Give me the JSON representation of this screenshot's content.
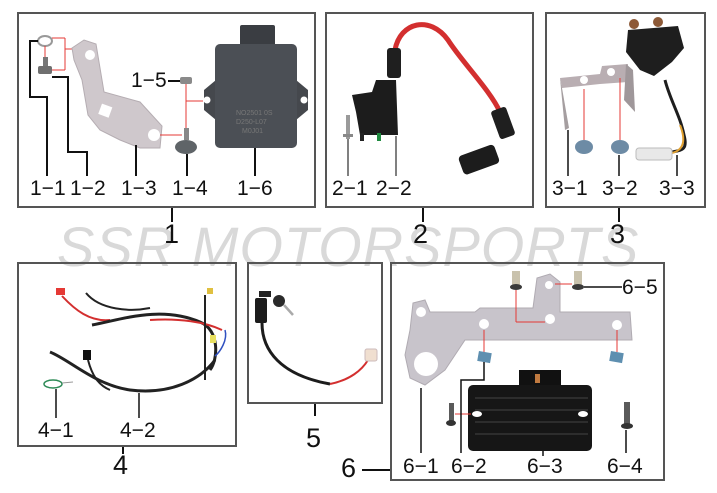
{
  "watermark": "SSR MOTORSPORTS",
  "colors": {
    "border": "#555555",
    "leader": "#111111",
    "guide_red": "#e53935",
    "watermark": "#d9d9d9",
    "wire_red": "#d32f2f",
    "part_black": "#222222",
    "bracket_silver": "#c9c6cc"
  },
  "groups": [
    {
      "id": "1",
      "label": "1",
      "parts": [
        {
          "id": "1-1",
          "label": "1−1",
          "icon": "washer-icon"
        },
        {
          "id": "1-2",
          "label": "1−2",
          "icon": "bolt-icon"
        },
        {
          "id": "1-3",
          "label": "1−3",
          "icon": "bracket-icon"
        },
        {
          "id": "1-4",
          "label": "1−4",
          "icon": "flange-bolt-icon"
        },
        {
          "id": "1-5",
          "label": "1−5",
          "icon": "nut-icon"
        },
        {
          "id": "1-6",
          "label": "1−6",
          "icon": "cdi-unit-icon"
        }
      ]
    },
    {
      "id": "2",
      "label": "2",
      "parts": [
        {
          "id": "2-1",
          "label": "2−1",
          "icon": "screw-icon"
        },
        {
          "id": "2-2",
          "label": "2−2",
          "icon": "ignition-coil-icon"
        }
      ]
    },
    {
      "id": "3",
      "label": "3",
      "parts": [
        {
          "id": "3-1",
          "label": "3−1",
          "icon": "bracket-icon"
        },
        {
          "id": "3-2",
          "label": "3−2",
          "icon": "bolt-icon"
        },
        {
          "id": "3-3",
          "label": "3−3",
          "icon": "starter-relay-icon"
        }
      ]
    },
    {
      "id": "4",
      "label": "4",
      "parts": [
        {
          "id": "4-1",
          "label": "4−1",
          "icon": "wire-loop-icon"
        },
        {
          "id": "4-2",
          "label": "4−2",
          "icon": "wiring-harness-icon"
        }
      ]
    },
    {
      "id": "5",
      "label": "5",
      "parts": [
        {
          "id": "5",
          "label": "5",
          "icon": "ignition-switch-icon"
        }
      ]
    },
    {
      "id": "6",
      "label": "6",
      "parts": [
        {
          "id": "6-1",
          "label": "6−1",
          "icon": "bracket-icon"
        },
        {
          "id": "6-2",
          "label": "6−2",
          "icon": "clip-nut-icon"
        },
        {
          "id": "6-3",
          "label": "6−3",
          "icon": "regulator-rectifier-icon"
        },
        {
          "id": "6-4",
          "label": "6−4",
          "icon": "bolt-icon"
        },
        {
          "id": "6-5",
          "label": "6−5",
          "icon": "rivet-icon"
        }
      ]
    }
  ]
}
